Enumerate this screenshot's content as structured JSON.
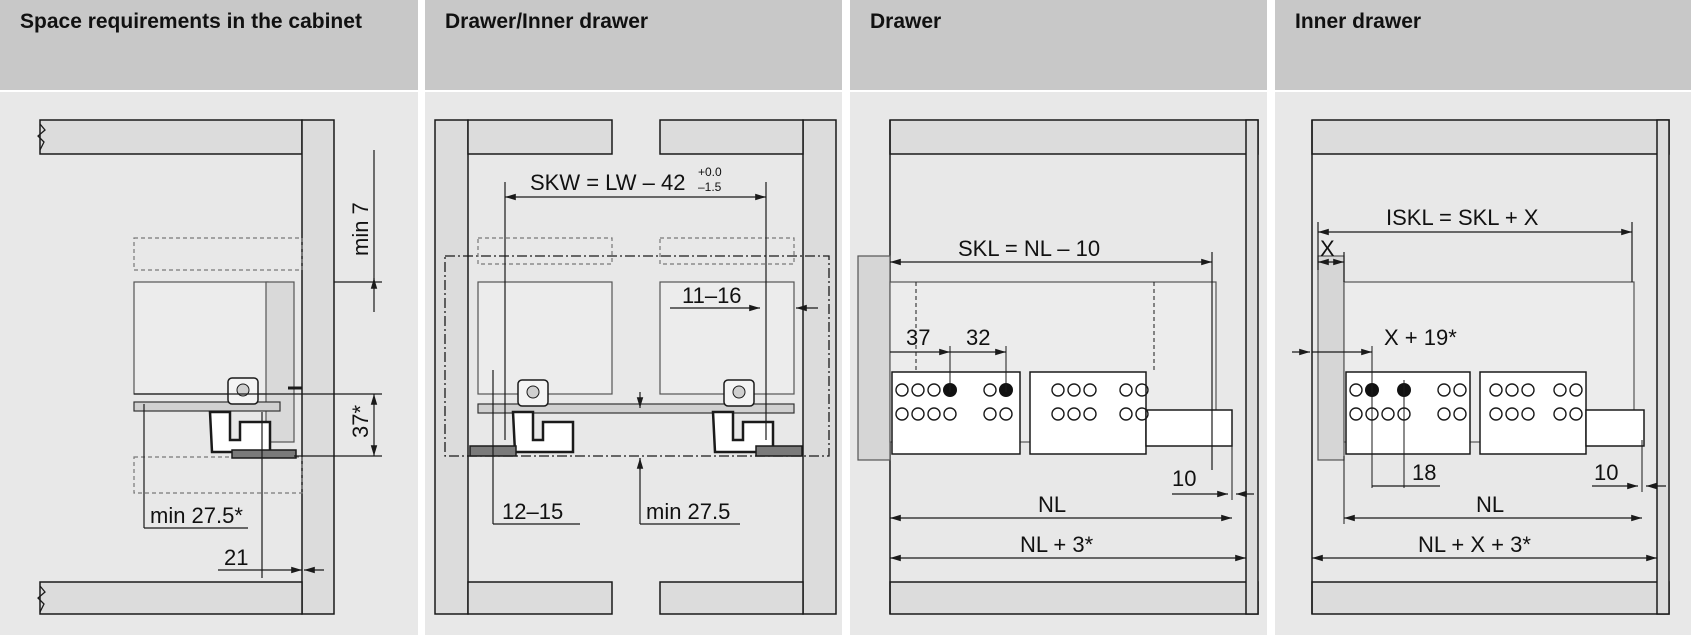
{
  "panels": [
    {
      "title": "Space requirements in the cabinet"
    },
    {
      "title": "Drawer/Inner drawer"
    },
    {
      "title": "Drawer"
    },
    {
      "title": "Inner drawer"
    }
  ],
  "panel1": {
    "min7": "min 7",
    "dim37": "37*",
    "min275": "min 27.5*",
    "dim21": "21"
  },
  "panel2": {
    "skw": "SKW = LW – 42",
    "skw_sup": "+0.0",
    "skw_sub": "–1.5",
    "range1116": "11–16",
    "range1215": "12–15",
    "min275": "min 27.5"
  },
  "panel3": {
    "skl": "SKL = NL – 10",
    "dim37": "37",
    "dim32": "32",
    "dim10": "10",
    "nl": "NL",
    "nl3": "NL + 3*"
  },
  "panel4": {
    "iskl": "ISKL = SKL + X",
    "x": "X",
    "x19": "X + 19*",
    "dim18": "18",
    "dim10": "10",
    "nl": "NL",
    "nlx3": "NL + X + 3*"
  },
  "colors": {
    "header": "#c8c8c8",
    "body": "#e8e8e8",
    "cabinet": "#dcdcdc",
    "line": "#1a1a1a"
  }
}
